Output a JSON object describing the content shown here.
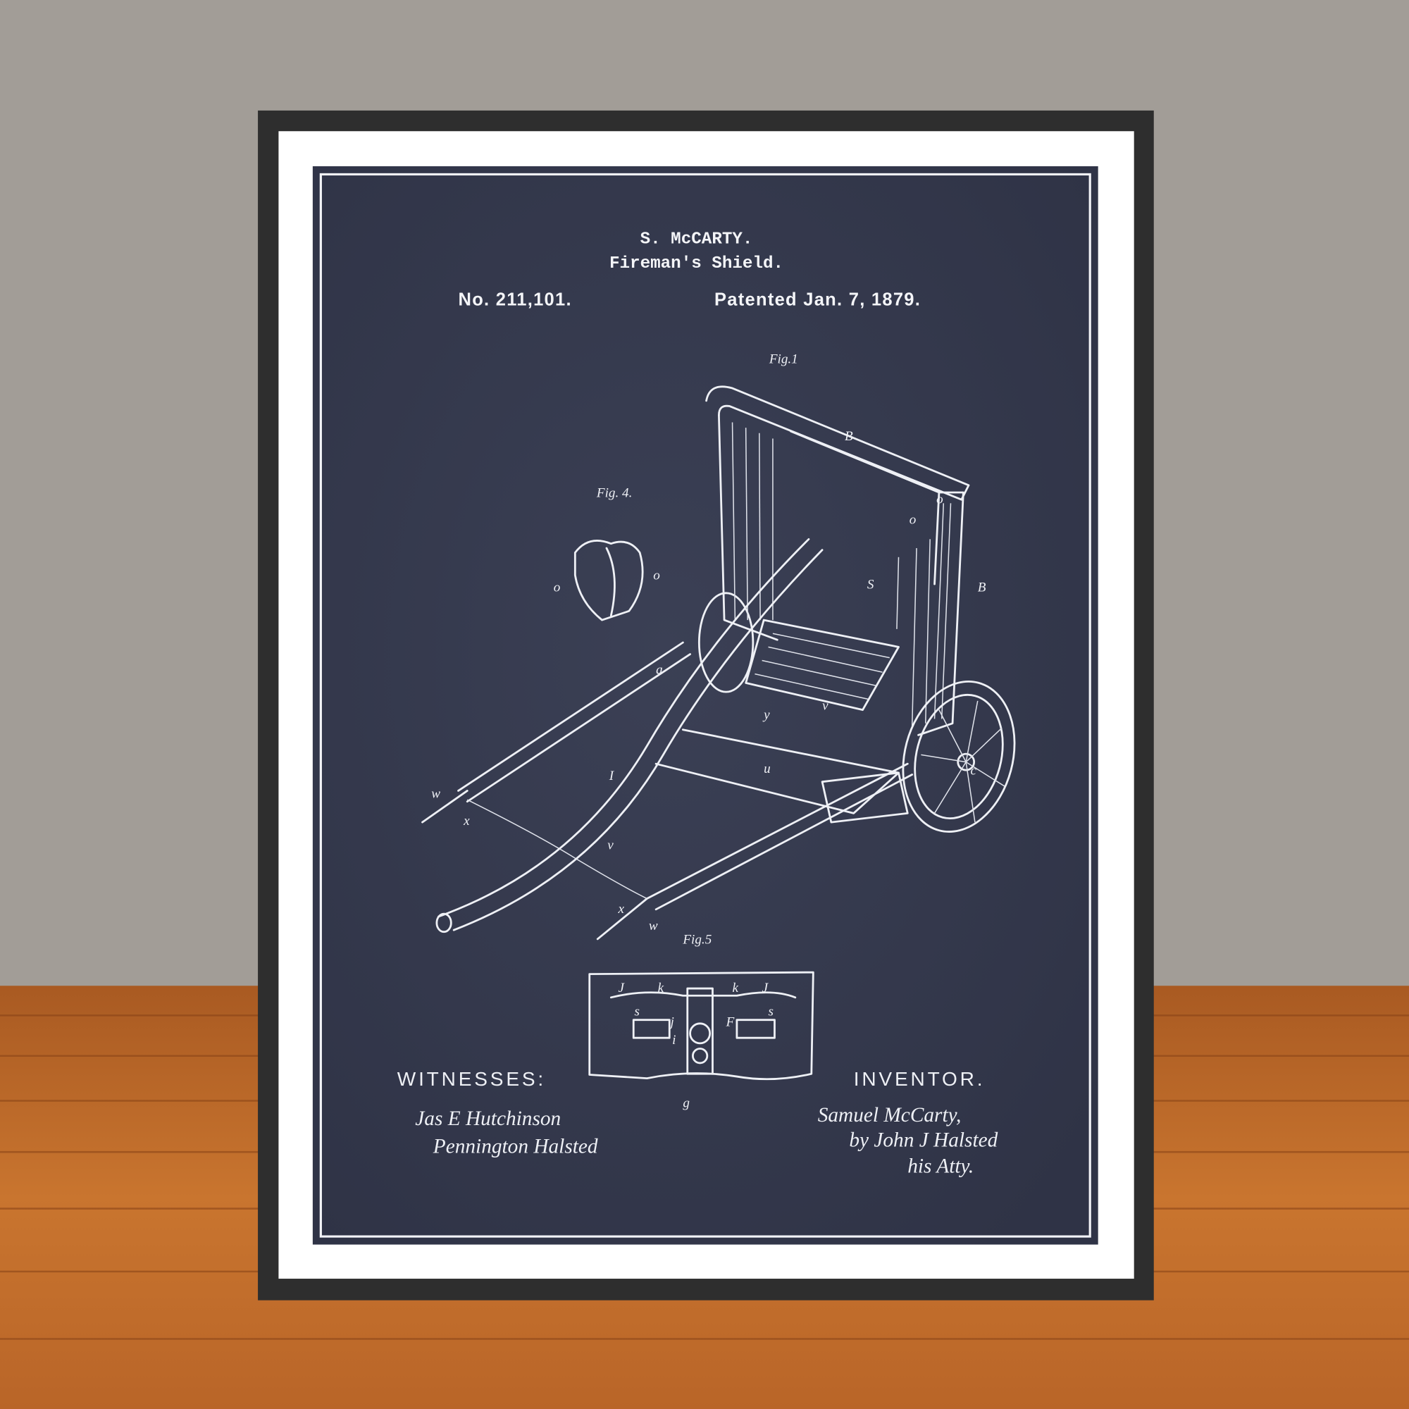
{
  "poster": {
    "inventor_header": "S. McCARTY.",
    "invention_title": "Fireman's Shield.",
    "patent_number": "No. 211,101.",
    "patent_date": "Patented Jan. 7, 1879."
  },
  "figures": {
    "fig1": "Fig.1",
    "fig4": "Fig. 4.",
    "fig5": "Fig.5"
  },
  "part_labels": {
    "b1": "B",
    "b2": "B",
    "o1": "o",
    "o2": "o",
    "s_mark": "S",
    "a": "a",
    "y": "y",
    "v1": "v",
    "u": "u",
    "c": "c",
    "w1": "w",
    "x1": "x",
    "i_cap": "I",
    "v2": "v",
    "x2": "x",
    "w2": "w",
    "fig4_o1": "o",
    "fig4_o2": "o",
    "j1": "J",
    "k1": "k",
    "k2": "k",
    "j2": "J",
    "f": "F",
    "j_small": "j",
    "i_small": "i",
    "s1": "s",
    "s2": "s",
    "g": "g"
  },
  "signatures": {
    "witnesses_label": "WITNESSES:",
    "witness_1": "Jas E Hutchinson",
    "witness_2": "Pennington Halsted",
    "inventor_label": "INVENTOR.",
    "inventor_name": "Samuel McCarty,",
    "attorney": "by John J Halsted",
    "attorney_role": "his Atty."
  },
  "colors": {
    "wall": "#a29d97",
    "floor": "#c4702c",
    "frame": "#2e2e2e",
    "mat": "#ffffff",
    "print_background": "#353a4e",
    "ink": "#eef0f5"
  }
}
